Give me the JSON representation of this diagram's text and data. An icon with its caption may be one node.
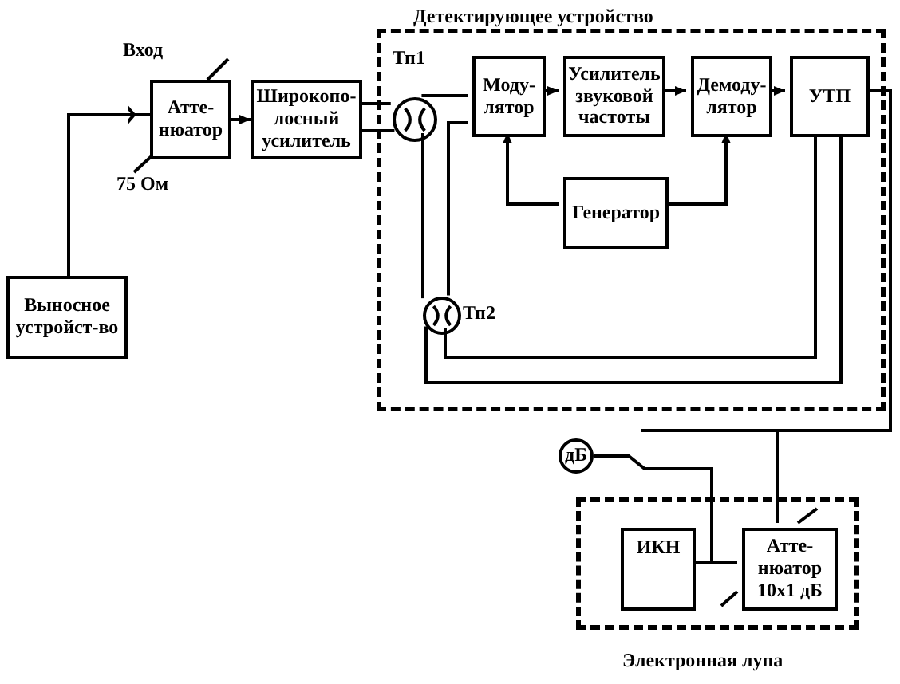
{
  "diagram": {
    "nodes": [
      {
        "text": [
          "Детектирующее устройство"
        ]
      },
      {
        "text": [],
        "shape": "circle",
        "in": 0,
        "beside": [
          "Тп1"
        ]
      },
      {
        "text": [
          "Моду-лятор"
        ],
        "in": 0
      },
      {
        "text": [
          "Усилитель звуковой частоты"
        ],
        "in": 0
      },
      {
        "text": [
          "Демоду-лятор"
        ],
        "in": 0
      },
      {
        "text": [
          "УТП"
        ],
        "in": 0
      },
      {
        "text": [
          "Генератор"
        ],
        "in": 0
      },
      {
        "text": [],
        "shape": "circle",
        "in": 0,
        "beside": [
          "Тп2"
        ]
      },
      {
        "text": [
          "Электронная лупа"
        ]
      },
      {
        "text": [
          "ИКН"
        ],
        "in": 8
      },
      {
        "text": [
          "Атте-нюатор 10х1 дБ"
        ],
        "in": 8
      },
      {
        "text": [
          "дБ"
        ]
      },
      {
        "text": [
          "Атте-нюатор"
        ]
      },
      {
        "text": [
          "Широкопо-лосный усилитель"
        ]
      },
      {
        "text": [
          "Выносное устройст-во"
        ]
      }
    ],
    "edges": [
      {
        "from": 14,
        "to": 12,
        "arrow": "to"
      },
      {
        "from": 12,
        "to": 13,
        "arrow": "to"
      },
      {
        "from": 13,
        "to": 1,
        "arrow": "none"
      },
      {
        "from": 13,
        "to": 1,
        "arrow": "none"
      },
      {
        "from": 1,
        "to": 2,
        "arrow": "none"
      },
      {
        "from": 2,
        "to": 3,
        "arrow": "to"
      },
      {
        "from": 3,
        "to": 4,
        "arrow": "to"
      },
      {
        "from": 4,
        "to": 5,
        "arrow": "to"
      },
      {
        "from": 6,
        "to": 2,
        "arrow": "to"
      },
      {
        "from": 6,
        "to": 4,
        "arrow": "to"
      },
      {
        "from": 1,
        "to": 7,
        "arrow": "none"
      },
      {
        "from": 7,
        "to": 2,
        "arrow": "none"
      },
      {
        "from": 7,
        "to": 5,
        "arrow": "none"
      },
      {
        "from": 7,
        "to": 5,
        "arrow": "none"
      },
      {
        "from": 5,
        "to": 10,
        "arrow": "none"
      },
      {
        "from": 11,
        "to": 10,
        "arrow": "none"
      },
      {
        "from": 9,
        "to": 10,
        "arrow": "none"
      }
    ],
    "labels": [
      "Вход",
      "75 Ом"
    ]
  }
}
